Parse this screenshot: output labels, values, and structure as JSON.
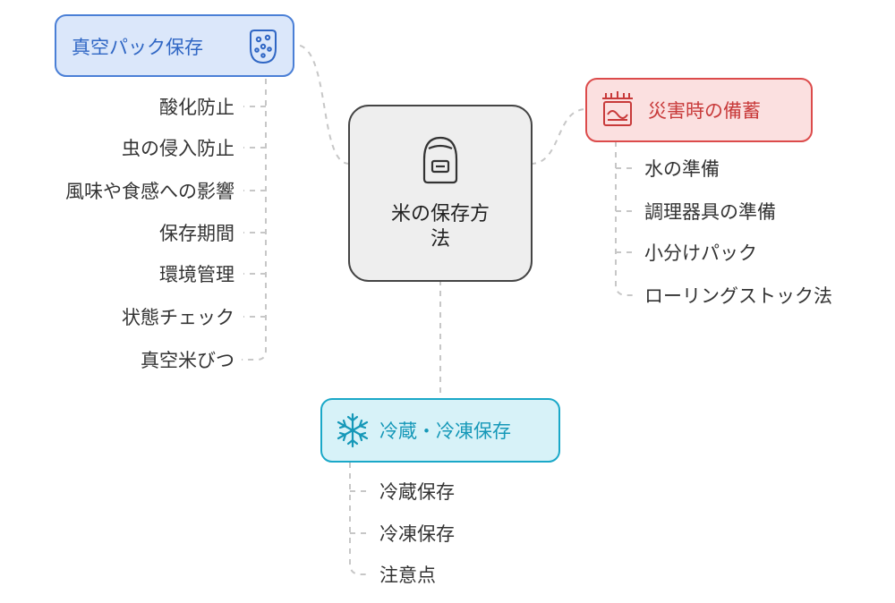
{
  "center": {
    "title_line1": "米の保存方",
    "title_line2": "法",
    "icon": "rice-cooker-icon"
  },
  "branches": {
    "vacuum": {
      "title": "真空パック保存",
      "icon": "vacuum-bag-icon",
      "color": "#4a7fd6",
      "fill": "#dbe7fa",
      "items": [
        "酸化防止",
        "虫の侵入防止",
        "風味や食感への影響",
        "保存期間",
        "環境管理",
        "状態チェック",
        "真空米びつ"
      ]
    },
    "disaster": {
      "title": "災害時の備蓄",
      "icon": "emergency-kit-icon",
      "color": "#dc4b4b",
      "fill": "#fbe0e0",
      "items": [
        "水の準備",
        "調理器具の準備",
        "小分けパック",
        "ローリングストック法"
      ]
    },
    "cold": {
      "title": "冷蔵・冷凍保存",
      "icon": "snowflake-icon",
      "color": "#1aa8c8",
      "fill": "#d7f2f8",
      "items": [
        "冷蔵保存",
        "冷凍保存",
        "注意点"
      ]
    }
  }
}
